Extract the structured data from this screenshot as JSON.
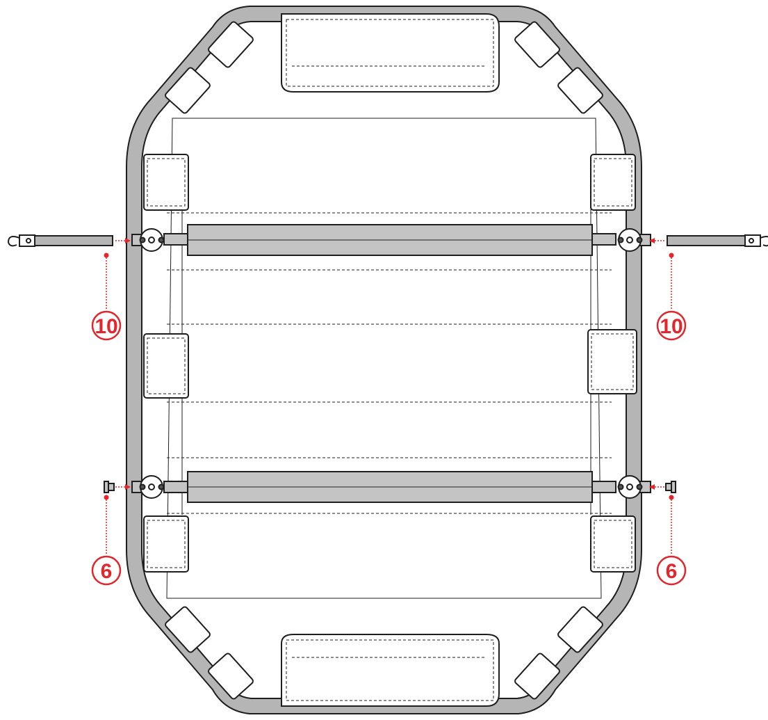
{
  "diagram": {
    "accent_color": "#e3262b",
    "frame_color": "#b5b5b5",
    "fabric_color": "#ffffff",
    "bar_color": "#c4c4c4",
    "line_color": "#1e1e1e",
    "callouts": {
      "left_top": "10",
      "right_top": "10",
      "left_bottom": "6",
      "right_bottom": "6"
    }
  }
}
